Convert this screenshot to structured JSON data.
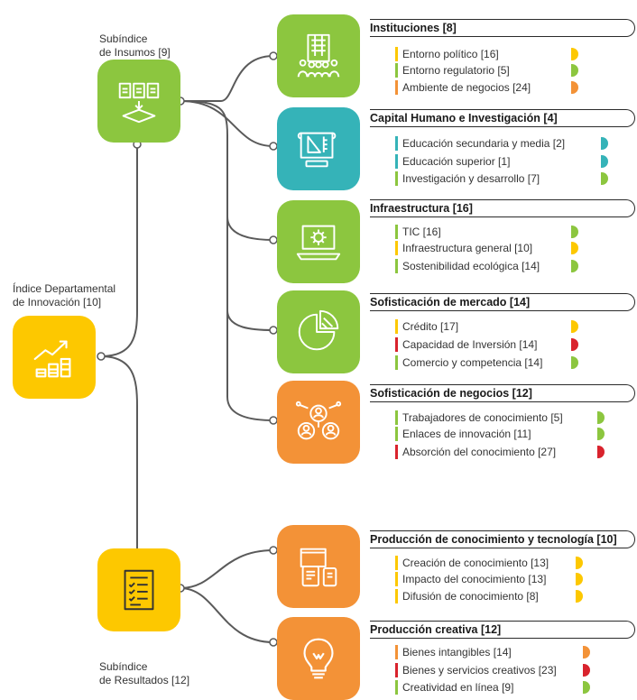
{
  "colors": {
    "green": "#8cc63f",
    "teal": "#35b3b8",
    "orange": "#f39237",
    "yellow": "#fdc800",
    "red": "#d9232d",
    "connector": "#5a5a5a"
  },
  "root": {
    "label_line1": "Índice Departamental",
    "label_line2": "de Innovación [10]",
    "icon": "growth-chart-icon",
    "color": "yellow"
  },
  "subindices": [
    {
      "id": "insumos",
      "label_line1": "Subíndice",
      "label_line2": "de Insumos [9]",
      "icon": "documents-stack-icon",
      "color": "green"
    },
    {
      "id": "resultados",
      "label_line1": "Subíndice",
      "label_line2": "de Resultados [12]",
      "icon": "checklist-icon",
      "color": "yellow"
    }
  ],
  "pillars": [
    {
      "title": "Instituciones [8]",
      "icon": "government-building-icon",
      "color": "green",
      "parent": "insumos",
      "indicators": [
        {
          "label": "Entorno político [16]",
          "color": "yellow"
        },
        {
          "label": "Entorno regulatorio [5]",
          "color": "green"
        },
        {
          "label": "Ambiente de negocios [24]",
          "color": "orange"
        }
      ]
    },
    {
      "title": "Capital Humano e Investigación [4]",
      "icon": "blueprint-icon",
      "color": "teal",
      "parent": "insumos",
      "indicators": [
        {
          "label": "Educación secundaria y media [2]",
          "color": "teal"
        },
        {
          "label": "Educación superior [1]",
          "color": "teal"
        },
        {
          "label": "Investigación y desarrollo [7]",
          "color": "green"
        }
      ]
    },
    {
      "title": "Infraestructura [16]",
      "icon": "laptop-gear-icon",
      "color": "green",
      "parent": "insumos",
      "indicators": [
        {
          "label": "TIC [16]",
          "color": "green"
        },
        {
          "label": "Infraestructura general [10]",
          "color": "yellow"
        },
        {
          "label": "Sostenibilidad ecológica [14]",
          "color": "green"
        }
      ]
    },
    {
      "title": "Sofisticación de mercado [14]",
      "icon": "pie-chart-icon",
      "color": "green",
      "parent": "insumos",
      "indicators": [
        {
          "label": "Crédito [17]",
          "color": "yellow"
        },
        {
          "label": "Capacidad de Inversión [14]",
          "color": "red"
        },
        {
          "label": "Comercio y competencia [14]",
          "color": "green"
        }
      ]
    },
    {
      "title": "Sofisticación de negocios [12]",
      "icon": "people-network-icon",
      "color": "orange",
      "parent": "insumos",
      "indicators": [
        {
          "label": "Trabajadores de conocimiento [5]",
          "color": "green"
        },
        {
          "label": "Enlaces de innovación [11]",
          "color": "green"
        },
        {
          "label": "Absorción del conocimiento [27]",
          "color": "red"
        }
      ]
    },
    {
      "title": "Producción de conocimiento y tecnología [10]",
      "icon": "devices-icon",
      "color": "orange",
      "parent": "resultados",
      "indicators": [
        {
          "label": "Creación de conocimiento [13]",
          "color": "yellow"
        },
        {
          "label": "Impacto del conocimiento [13]",
          "color": "yellow"
        },
        {
          "label": "Difusión de conocimiento [8]",
          "color": "yellow"
        }
      ]
    },
    {
      "title": "Producción creativa [12]",
      "icon": "lightbulb-icon",
      "color": "orange",
      "parent": "resultados",
      "indicators": [
        {
          "label": "Bienes intangibles [14]",
          "color": "orange"
        },
        {
          "label": "Bienes y servicios creativos [23]",
          "color": "red"
        },
        {
          "label": "Creatividad en línea [9]",
          "color": "green"
        }
      ]
    }
  ]
}
